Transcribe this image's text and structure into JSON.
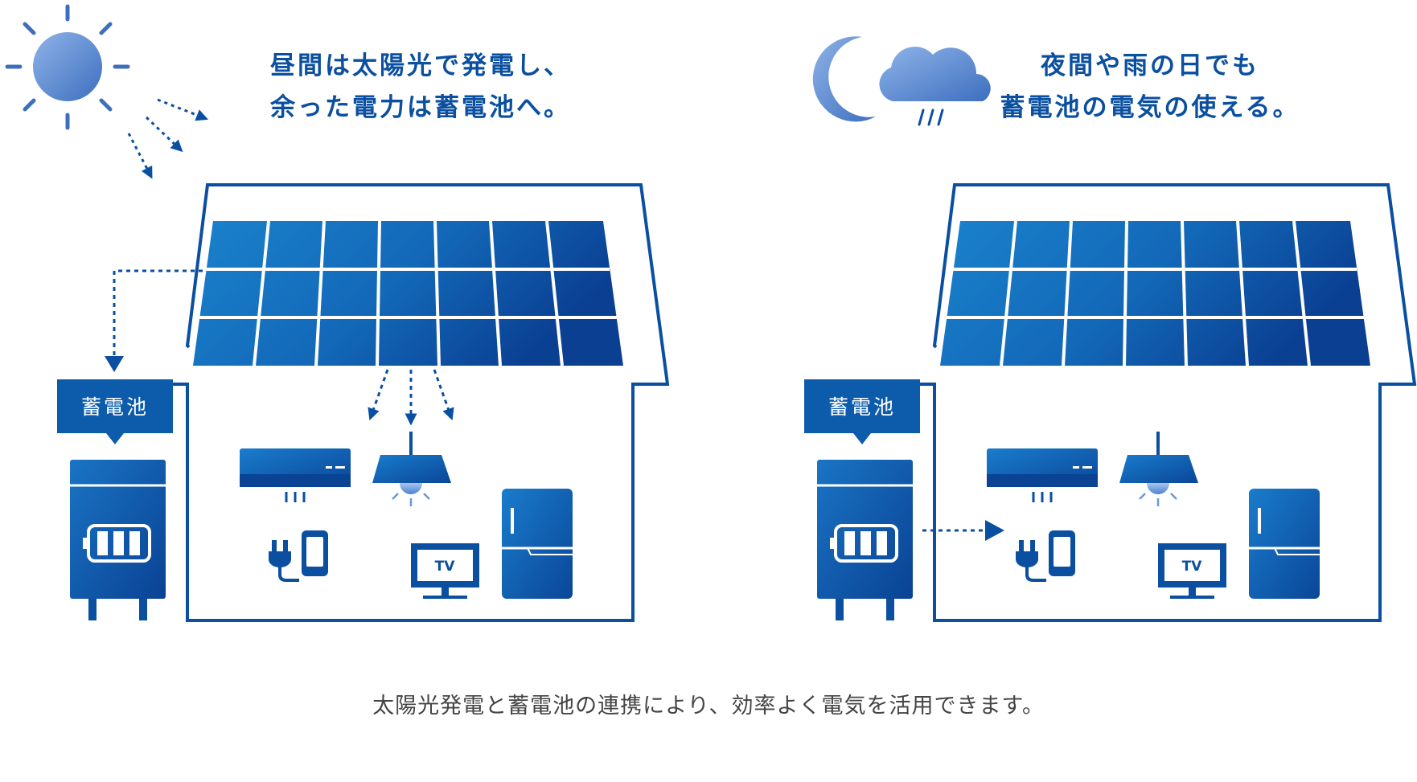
{
  "colors": {
    "primary": "#0a4fa0",
    "panel_light": "#1a82cc",
    "panel_dark": "#0a3f92",
    "sun": "#6b98d8",
    "caption_text": "#444444"
  },
  "day_scene": {
    "headline_line1": "昼間は太陽光で発電し、",
    "headline_line2": "余った電力は蓄電池へ。",
    "battery_label": "蓄電池",
    "tv_label": "TV",
    "icons": [
      "sun-icon",
      "solar-panel-icon",
      "air-conditioner-icon",
      "ceiling-light-icon",
      "plug-icon",
      "smartphone-icon",
      "tv-icon",
      "refrigerator-icon",
      "battery-unit-icon"
    ]
  },
  "night_scene": {
    "headline_line1": "夜間や雨の日でも",
    "headline_line2": "蓄電池の電気の使える。",
    "battery_label": "蓄電池",
    "tv_label": "TV",
    "icons": [
      "moon-icon",
      "rain-cloud-icon",
      "solar-panel-icon",
      "air-conditioner-icon",
      "ceiling-light-icon",
      "plug-icon",
      "smartphone-icon",
      "tv-icon",
      "refrigerator-icon",
      "battery-unit-icon"
    ]
  },
  "caption": "太陽光発電と蓄電池の連携により、効率よく電気を活用できます。"
}
